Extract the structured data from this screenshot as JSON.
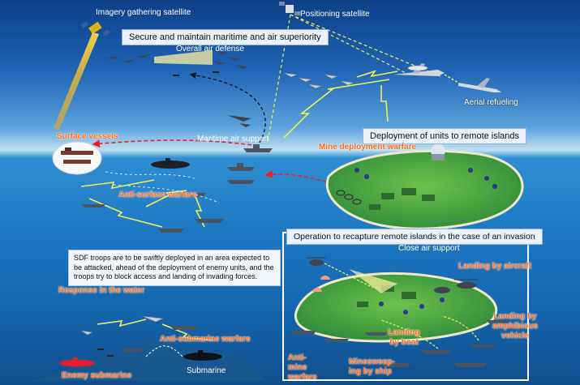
{
  "labels": {
    "imagery_satellite": "Imagery gathering satellite",
    "positioning_satellite": "Positioning satellite",
    "superiority": "Secure and maintain maritime and air superiority",
    "overall_air_defense": "Overall air defense",
    "aerial_refueling": "Aerial refueling",
    "surface_vessels": "Surface vessels",
    "maritime_air_support": "Maritime air support",
    "deployment_remote_islands": "Deployment of units to remote islands",
    "mine_deployment_warfare": "Mine deployment warfare",
    "anti_surface_warfare": "Anti-surface warfare",
    "recapture_operation": "Operation to recapture remote islands in the case of an invasion",
    "close_air_support": "Close air support",
    "landing_by_aircraft": "Landing by aircraft",
    "landing_by_amphibious_vehicle": "Landing by amphibious vehicle",
    "landing_by_boat": "Landing by boat",
    "anti_mine_warfare": "Anti-mine warfare",
    "minesweeping_by_ship": "Minesweep-ing by ship",
    "response_in_water": "Response in the water",
    "anti_submarine_warfare": "Anti-submarine warfare",
    "enemy_submarine": "Enemy submarine",
    "submarine": "Submarine"
  },
  "info_text": "SDF troops are to be swiftly deployed in an area expected to be attacked, ahead of the deployment of enemy units, and the troops try to block access and landing of invading forces.",
  "colors": {
    "sky_top": "#0d3f87",
    "sea": "#1d78c2",
    "island": "#3c9a3c",
    "label_orange": "#ff6a1a",
    "arrow_yellow": "#f3ef58",
    "arrow_red": "#e8222a"
  }
}
